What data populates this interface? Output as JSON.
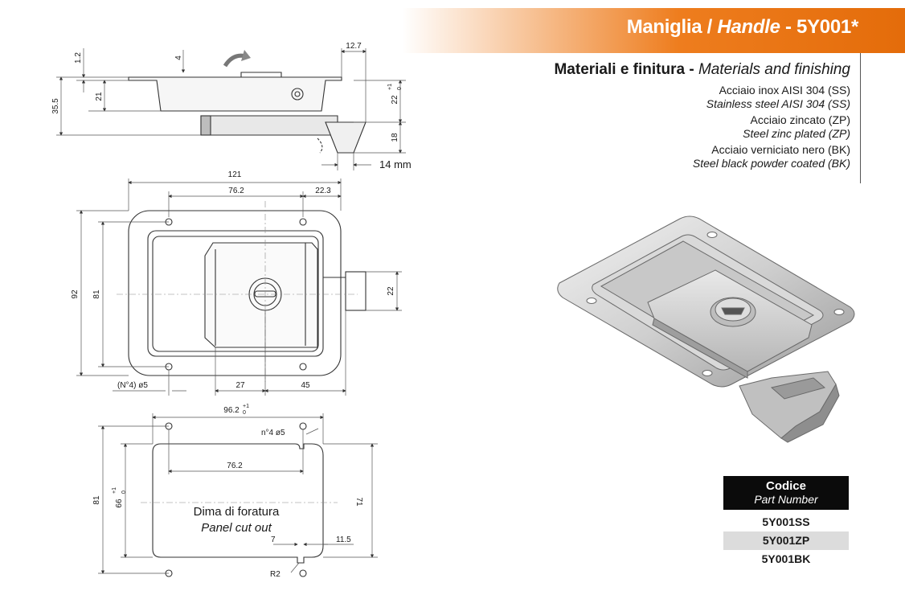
{
  "header": {
    "title_it": "Maniglia / ",
    "title_en": "Handle",
    "title_code": " - 5Y001*"
  },
  "materials": {
    "title_it": "Materiali e finitura - ",
    "title_en": "Materials and finishing",
    "items": [
      {
        "it": "Acciaio inox AISI 304 (SS)",
        "en": "Stainless steel AISI 304 (SS)"
      },
      {
        "it": "Acciaio zincato (ZP)",
        "en": "Steel zinc plated (ZP)"
      },
      {
        "it": "Acciaio verniciato nero (BK)",
        "en": "Steel black powder coated (BK)"
      }
    ]
  },
  "part_table": {
    "header_it": "Codice",
    "header_en": "Part Number",
    "codes": [
      "5Y001SS",
      "5Y001ZP",
      "5Y001BK"
    ]
  },
  "drawing": {
    "side": {
      "d1": "1.2",
      "d2": "4",
      "d3": "12.7",
      "d4": "35.5",
      "d5": "21",
      "d6": "22",
      "d6_tol": "+1",
      "d6_tol0": "0",
      "d7": "18",
      "d8": "14 mm"
    },
    "front": {
      "d1": "121",
      "d2": "76.2",
      "d3": "22.3",
      "d4": "92",
      "d5": "81",
      "d6": "22",
      "d7": "(N°4)  ø5",
      "d8": "27",
      "d9": "45"
    },
    "cutout": {
      "d1": "96.2",
      "d1_tol": "+1",
      "d1_tol0": "0",
      "d2": "n°4  ø5",
      "d3": "76.2",
      "d4": "81",
      "d5": "66",
      "d5_tol": "+1",
      "d5_tol0": "0",
      "d6": "71",
      "d7": "7",
      "d8": "11.5",
      "d9": "R2",
      "label_it": "Dima di foratura",
      "label_en": "Panel cut out"
    }
  }
}
